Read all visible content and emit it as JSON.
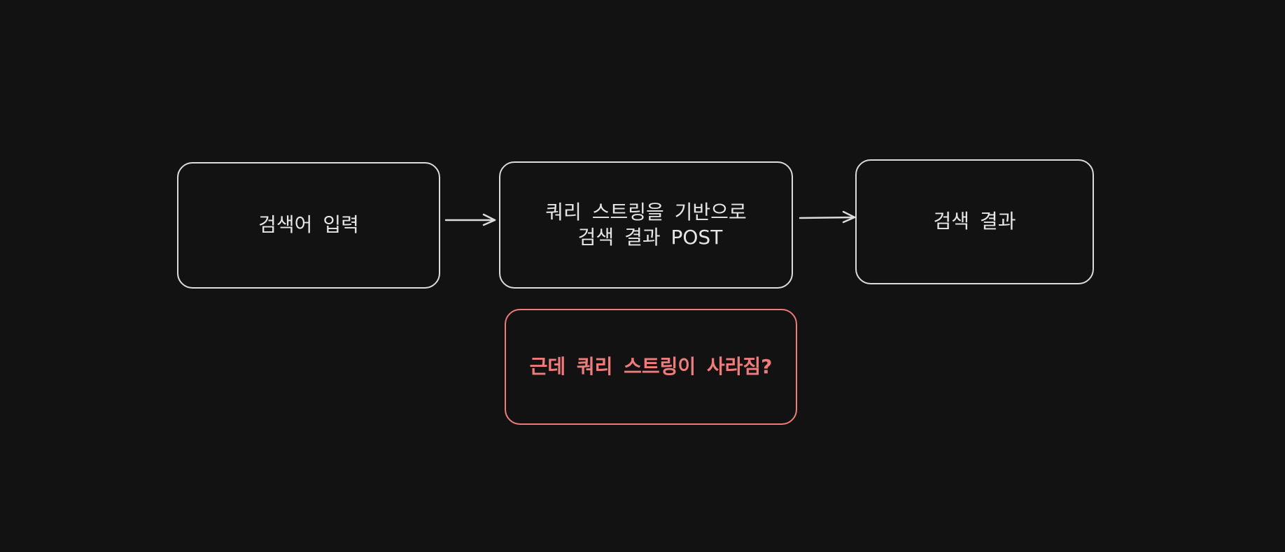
{
  "nodes": {
    "input": {
      "text": "검색어 입력"
    },
    "post": {
      "line1": "쿼리 스트링을 기반으로",
      "line2": "검색 결과 POST"
    },
    "result": {
      "text": "검색 결과"
    },
    "issue": {
      "text": "근데 쿼리 스트링이 사라짐?"
    }
  },
  "edges": [
    {
      "from": "input",
      "to": "post"
    },
    {
      "from": "post",
      "to": "result"
    }
  ],
  "colors": {
    "background": "#121212",
    "stroke": "#dcdcdc",
    "text": "#e6e6e6",
    "alert": "#ef7b7b"
  }
}
